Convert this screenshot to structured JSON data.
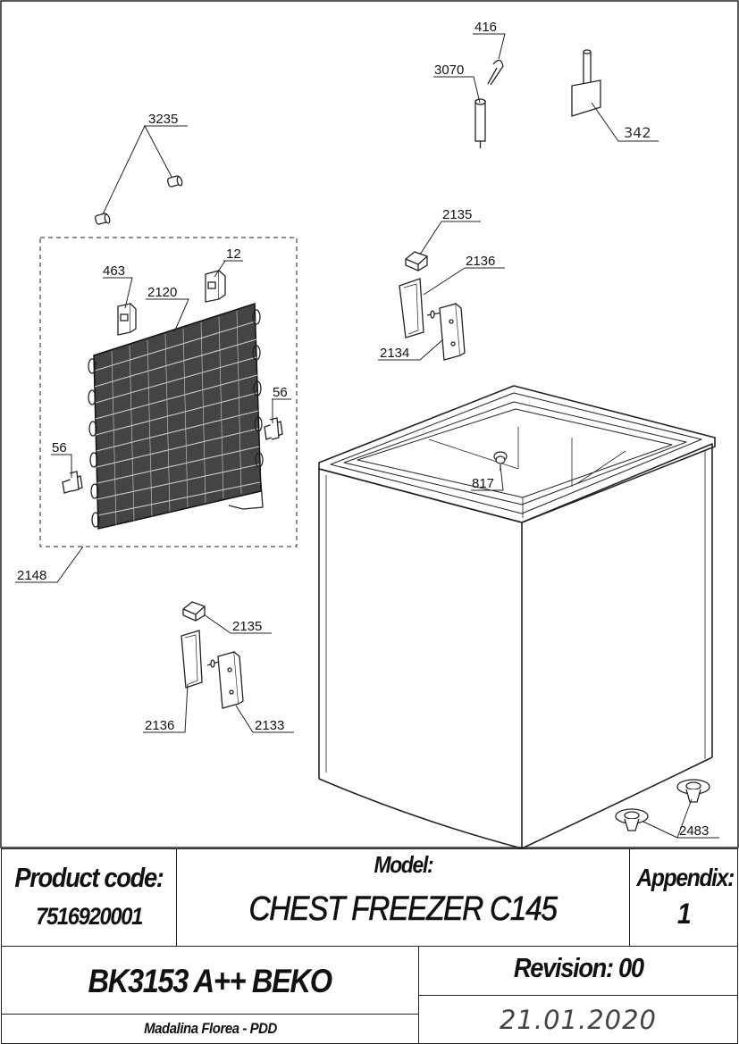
{
  "diagram": {
    "part_labels": {
      "p416": "416",
      "p3070": "3070",
      "p342": "342",
      "p3235": "3235",
      "p12": "12",
      "p463": "463",
      "p2120": "2120",
      "p56a": "56",
      "p56b": "56",
      "p2148": "2148",
      "p2135a": "2135",
      "p2136a": "2136",
      "p2134": "2134",
      "p817": "817",
      "p2135b": "2135",
      "p2136b": "2136",
      "p2133": "2133",
      "p2483": "2483"
    }
  },
  "title_block": {
    "product_code_label": "Product code:",
    "product_code": "7516920001",
    "model_label": "Model:",
    "model_name": "CHEST FREEZER C145",
    "appendix_label": "Appendix:",
    "appendix_value": "1",
    "product_name": "BK3153 A++ BEKO",
    "revision": "Revision: 00",
    "author": "Madalina Florea - PDD",
    "date": "21.01.2020"
  }
}
